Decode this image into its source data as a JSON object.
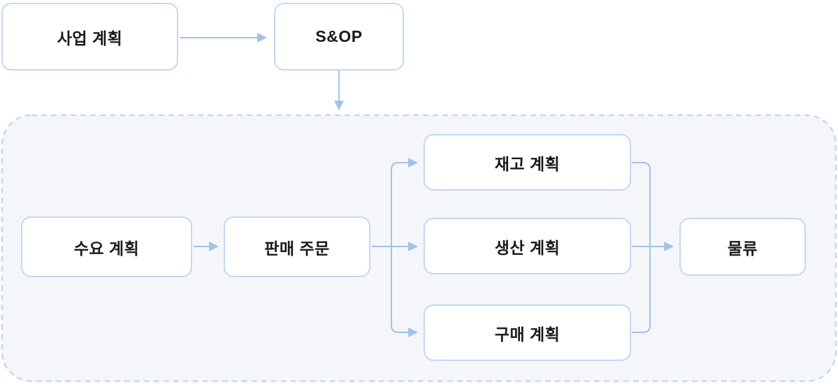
{
  "diagram": {
    "title": "S&OP planning flow diagram",
    "nodes": {
      "business_plan": {
        "label": "사업 계획"
      },
      "snop": {
        "label": "S&OP"
      },
      "demand_plan": {
        "label": "수요 계획"
      },
      "sales_order": {
        "label": "판매 주문"
      },
      "inventory_plan": {
        "label": "재고 계획"
      },
      "production_plan": {
        "label": "생산 계획"
      },
      "purchase_plan": {
        "label": "구매 계획"
      },
      "logistics": {
        "label": "물류"
      }
    },
    "groups": {
      "planning_group": {
        "style": "dashed-rounded-container",
        "contains": [
          "demand_plan",
          "sales_order",
          "inventory_plan",
          "production_plan",
          "purchase_plan",
          "logistics"
        ]
      }
    },
    "edges": [
      {
        "from": "business_plan",
        "to": "snop"
      },
      {
        "from": "snop",
        "to": "planning_group"
      },
      {
        "from": "demand_plan",
        "to": "sales_order"
      },
      {
        "from": "sales_order",
        "to": "inventory_plan"
      },
      {
        "from": "sales_order",
        "to": "production_plan"
      },
      {
        "from": "sales_order",
        "to": "purchase_plan"
      },
      {
        "from": "inventory_plan",
        "to": "logistics"
      },
      {
        "from": "production_plan",
        "to": "logistics"
      },
      {
        "from": "purchase_plan",
        "to": "logistics"
      }
    ],
    "colors": {
      "connector": "#a3c3e6",
      "node_border": "#c3d9f0",
      "container_border": "#c6d9ef",
      "container_fill": "#f4f6fa",
      "text": "#1a1a1a",
      "background": "#ffffff"
    }
  }
}
